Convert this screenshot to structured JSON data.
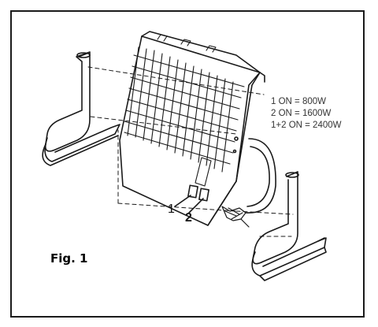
{
  "power_settings": [
    "1 ON = 800W",
    "2 ON = 1600W",
    "1+2 ON = 2400W"
  ],
  "switch_labels": {
    "one": "1",
    "two": "2"
  },
  "figure_label": "Fig. 1"
}
